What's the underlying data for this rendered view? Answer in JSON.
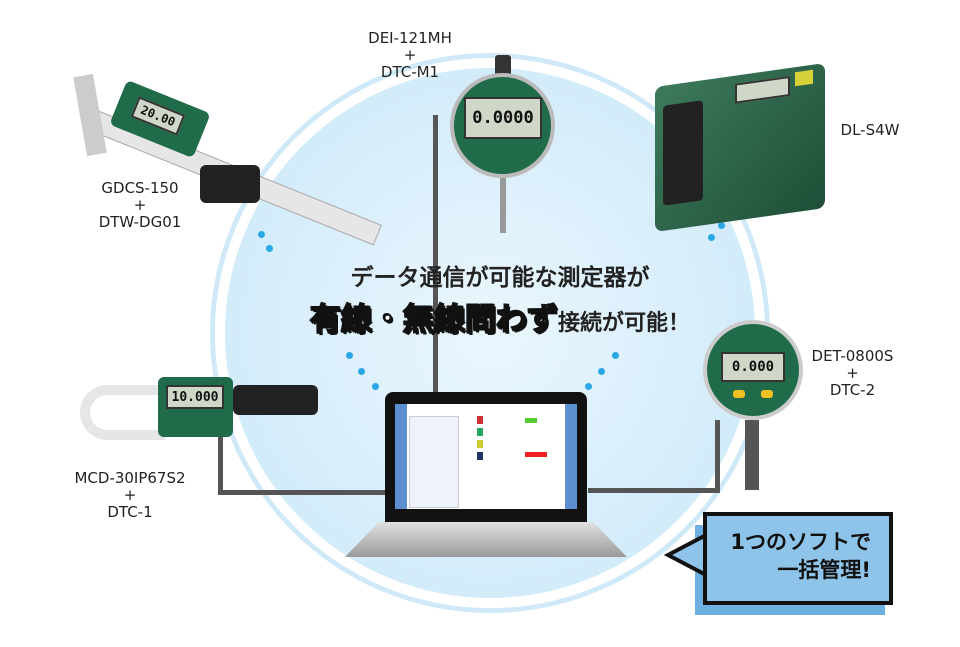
{
  "headline": {
    "line1": "データ通信が可能な測定器が",
    "line2_emphasis": "有線・無線問わず",
    "line2_rest": "接続が可能！"
  },
  "callout": {
    "line1": "1つのソフトで",
    "line2": "一括管理!"
  },
  "devices": [
    {
      "model": "DEI-121MH",
      "plus": "+",
      "adapter": "DTC-M1",
      "display": "0.0000"
    },
    {
      "model": "DL-S4W"
    },
    {
      "model": "GDCS-150",
      "plus": "+",
      "adapter": "DTW-DG01",
      "display": "20.00"
    },
    {
      "model": "DET-0800S",
      "plus": "+",
      "adapter": "DTC-2",
      "display": "0.000"
    },
    {
      "model": "MCD-30IP67S2",
      "plus": "+",
      "adapter": "DTC-1",
      "display": "10.000"
    }
  ],
  "colors": {
    "circle": "#d3ecfa",
    "wire": "#555555",
    "dots": "#29a7e6",
    "callout": "#8fc4ea",
    "device_green": "#1f6b4a"
  }
}
